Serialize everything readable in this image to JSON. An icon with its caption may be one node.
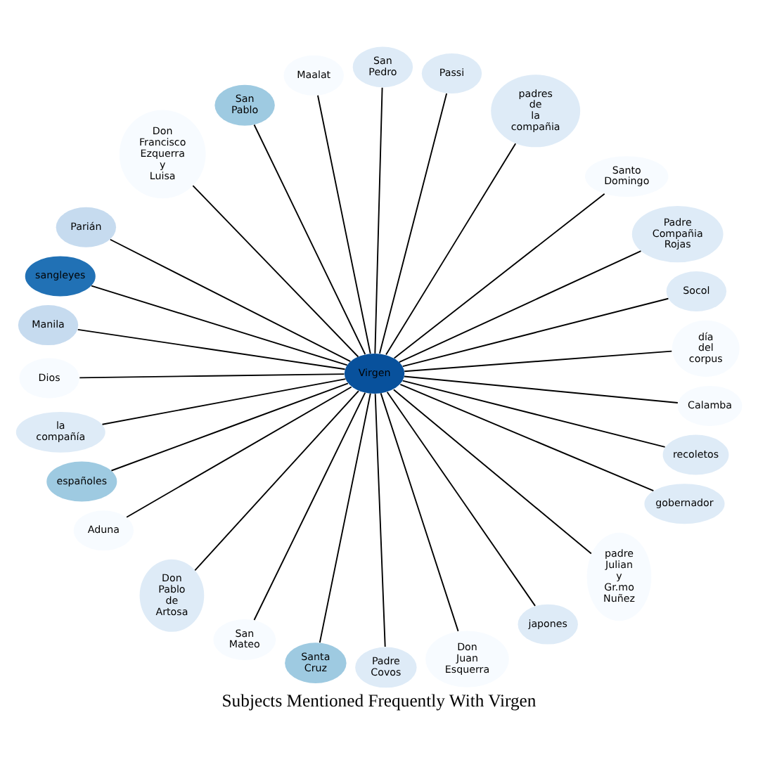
{
  "diagram": {
    "title": "Subjects Mentioned Frequently With Virgen",
    "nodes": [
      {
        "text": [
          "día del corpus"
        ]
      },
      {
        "text": [
          "Socol"
        ]
      },
      {
        "text": [
          "Padre Compañia Rojas"
        ]
      },
      {
        "text": [
          "Santo Domingo"
        ]
      },
      {
        "text": [
          "padres de la compañia"
        ]
      },
      {
        "text": [
          "Passi"
        ]
      },
      {
        "text": [
          "San Pedro"
        ]
      },
      {
        "text": [
          "Maalat"
        ]
      },
      {
        "text": [
          "San Pablo"
        ]
      },
      {
        "text": [
          "Don Francisco Ezquerra y Luisa"
        ]
      },
      {
        "text": [
          "Parián"
        ]
      },
      {
        "text": [
          "sangleyes"
        ]
      },
      {
        "text": [
          "Manila"
        ]
      },
      {
        "text": [
          "Dios"
        ]
      },
      {
        "text": [
          "Virgen"
        ]
      },
      {
        "text": [
          "la compañía"
        ]
      },
      {
        "text": [
          "españoles"
        ]
      },
      {
        "text": [
          "Aduna"
        ]
      },
      {
        "text": [
          "Don Pablo de Artosa"
        ]
      },
      {
        "text": [
          "San Mateo"
        ]
      },
      {
        "text": [
          "Santa Cruz"
        ]
      },
      {
        "text": [
          "Padre Covos"
        ]
      },
      {
        "text": [
          "Don Juan Esquerra"
        ]
      },
      {
        "text": [
          "japones"
        ]
      },
      {
        "text": [
          "padre Julian y Gr.mo Nuñez"
        ]
      },
      {
        "text": [
          "gobernador"
        ]
      },
      {
        "text": [
          "recoletos"
        ]
      },
      {
        "text": [
          "Calamba"
        ]
      }
    ],
    "edges": [
      {
        "from": 14,
        "to": 0,
        "arrow": "none"
      },
      {
        "from": 14,
        "to": 1,
        "arrow": "none"
      },
      {
        "from": 14,
        "to": 2,
        "arrow": "none"
      },
      {
        "from": 14,
        "to": 3,
        "arrow": "none"
      },
      {
        "from": 14,
        "to": 4,
        "arrow": "none"
      },
      {
        "from": 14,
        "to": 5,
        "arrow": "none"
      },
      {
        "from": 14,
        "to": 6,
        "arrow": "none"
      },
      {
        "from": 14,
        "to": 7,
        "arrow": "none"
      },
      {
        "from": 14,
        "to": 8,
        "arrow": "none"
      },
      {
        "from": 14,
        "to": 9,
        "arrow": "none"
      },
      {
        "from": 14,
        "to": 10,
        "arrow": "none"
      },
      {
        "from": 14,
        "to": 11,
        "arrow": "none"
      },
      {
        "from": 14,
        "to": 12,
        "arrow": "none"
      },
      {
        "from": 14,
        "to": 13,
        "arrow": "none"
      },
      {
        "from": 14,
        "to": 15,
        "arrow": "none"
      },
      {
        "from": 14,
        "to": 16,
        "arrow": "none"
      },
      {
        "from": 14,
        "to": 17,
        "arrow": "none"
      },
      {
        "from": 14,
        "to": 18,
        "arrow": "none"
      },
      {
        "from": 14,
        "to": 19,
        "arrow": "none"
      },
      {
        "from": 14,
        "to": 20,
        "arrow": "none"
      },
      {
        "from": 14,
        "to": 21,
        "arrow": "none"
      },
      {
        "from": 14,
        "to": 22,
        "arrow": "none"
      },
      {
        "from": 14,
        "to": 23,
        "arrow": "none"
      },
      {
        "from": 14,
        "to": 24,
        "arrow": "none"
      },
      {
        "from": 14,
        "to": 25,
        "arrow": "none"
      },
      {
        "from": 14,
        "to": 26,
        "arrow": "none"
      },
      {
        "from": 14,
        "to": 27,
        "arrow": "none"
      }
    ]
  }
}
